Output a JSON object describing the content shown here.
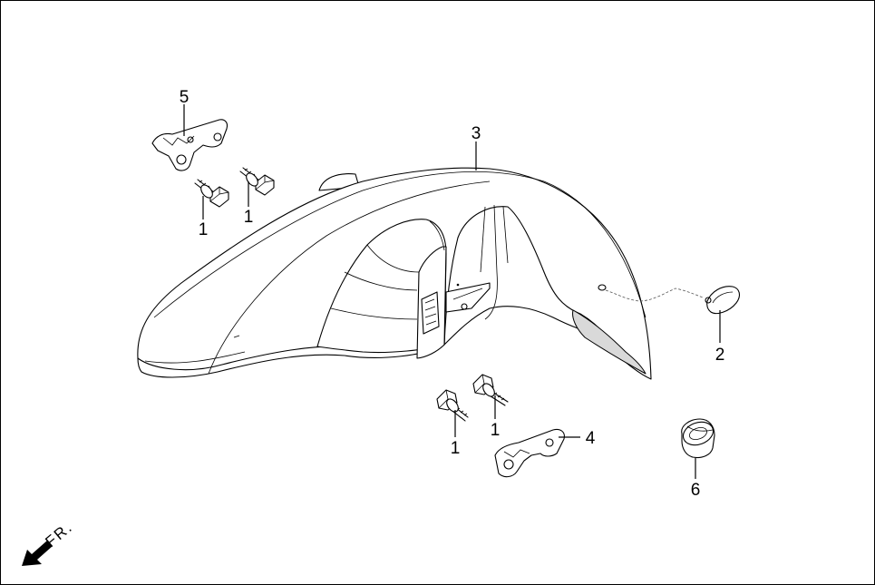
{
  "callouts": {
    "part_5": "5",
    "part_3": "3",
    "part_1_a": "1",
    "part_1_b": "1",
    "part_1_c": "1",
    "part_1_d": "1",
    "part_2": "2",
    "part_4": "4",
    "part_6": "6"
  },
  "direction_label": "FR.",
  "icons": {
    "direction_arrow": "front-direction-arrow-icon"
  }
}
